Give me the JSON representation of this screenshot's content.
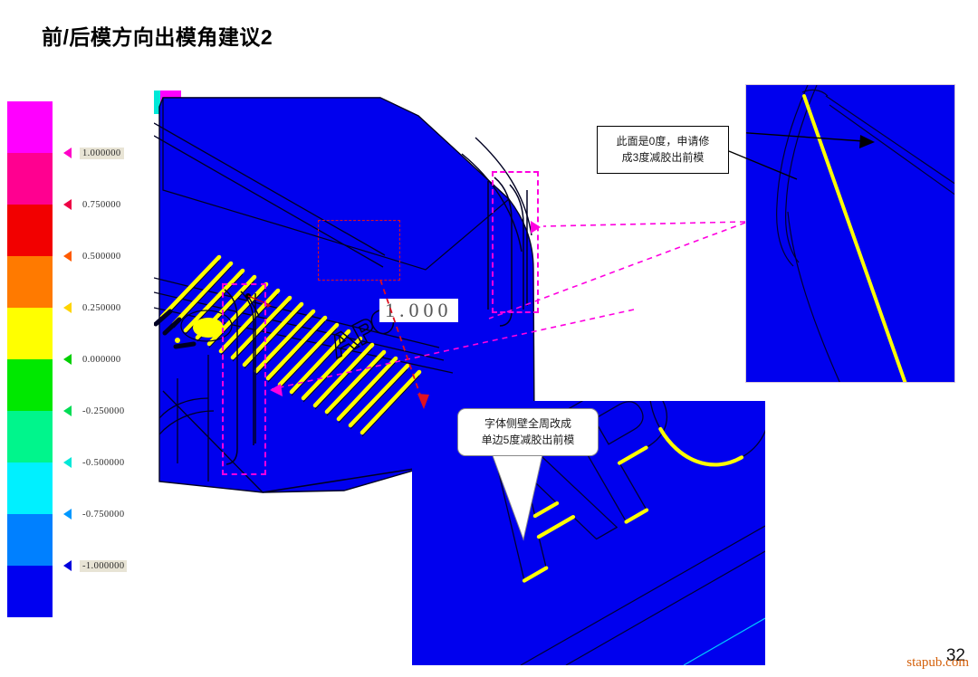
{
  "slide": {
    "title": "前/后模方向出模角建议2",
    "page_number": "32",
    "watermark": "stapub.com",
    "background_color": "#ffffff"
  },
  "legend": {
    "name": "draft-angle-color-legend",
    "bands": [
      {
        "color": "#ff00ff",
        "label": "1.000000"
      },
      {
        "color": "#ff0090",
        "label": "0.750000"
      },
      {
        "color": "#f20000",
        "label": "0.500000"
      },
      {
        "color": "#ff7a00",
        "label": "0.250000"
      },
      {
        "color": "#ffff00",
        "label": "0.000000"
      },
      {
        "color": "#00e800",
        "label": "-0.250000"
      },
      {
        "color": "#00f58c",
        "label": "-0.500000"
      },
      {
        "color": "#00f0ff",
        "label": "-0.750000"
      },
      {
        "color": "#0080ff",
        "label": "-1.000000"
      },
      {
        "color": "#0000f0",
        "label": ""
      }
    ],
    "ticks": [
      {
        "value": "1.000000",
        "arrow_color": "#ff00c8",
        "highlighted": true
      },
      {
        "value": "0.750000",
        "arrow_color": "#ee0044",
        "highlighted": false
      },
      {
        "value": "0.500000",
        "arrow_color": "#ff5a00",
        "highlighted": false
      },
      {
        "value": "0.250000",
        "arrow_color": "#ffd400",
        "highlighted": false
      },
      {
        "value": "0.000000",
        "arrow_color": "#00d000",
        "highlighted": false
      },
      {
        "value": "-0.250000",
        "arrow_color": "#00dd55",
        "highlighted": false
      },
      {
        "value": "-0.500000",
        "arrow_color": "#00e8d8",
        "highlighted": false
      },
      {
        "value": "-0.750000",
        "arrow_color": "#0098ff",
        "highlighted": false
      },
      {
        "value": "-1.000000",
        "arrow_color": "#0000dd",
        "highlighted": true
      }
    ]
  },
  "viewport": {
    "name": "cad-draft-analysis-view",
    "model_color": "#0000ee",
    "edge_color": "#000033",
    "highlight_color": "#ffff00",
    "logo_text": "APC",
    "value_label": "1.000"
  },
  "selections": [
    {
      "name": "selection-box-right-rib",
      "color": "#ff00e0",
      "style": "dashed"
    },
    {
      "name": "selection-box-left-rib",
      "color": "#ff00e0",
      "style": "dashed"
    },
    {
      "name": "selection-box-logo",
      "color": "#e01020",
      "style": "dashed"
    }
  ],
  "notes": {
    "right": {
      "line1": "此面是0度，申请修",
      "line2": "成3度减胶出前模"
    },
    "bottom": {
      "line1": "字体侧壁全周改成",
      "line2": "单边5度减胶出前模"
    }
  },
  "insets": {
    "right": {
      "name": "detail-inset-rib-draft",
      "background": "#0000ee"
    },
    "bottom": {
      "name": "detail-inset-logo-draft",
      "background": "#0000ee"
    }
  }
}
